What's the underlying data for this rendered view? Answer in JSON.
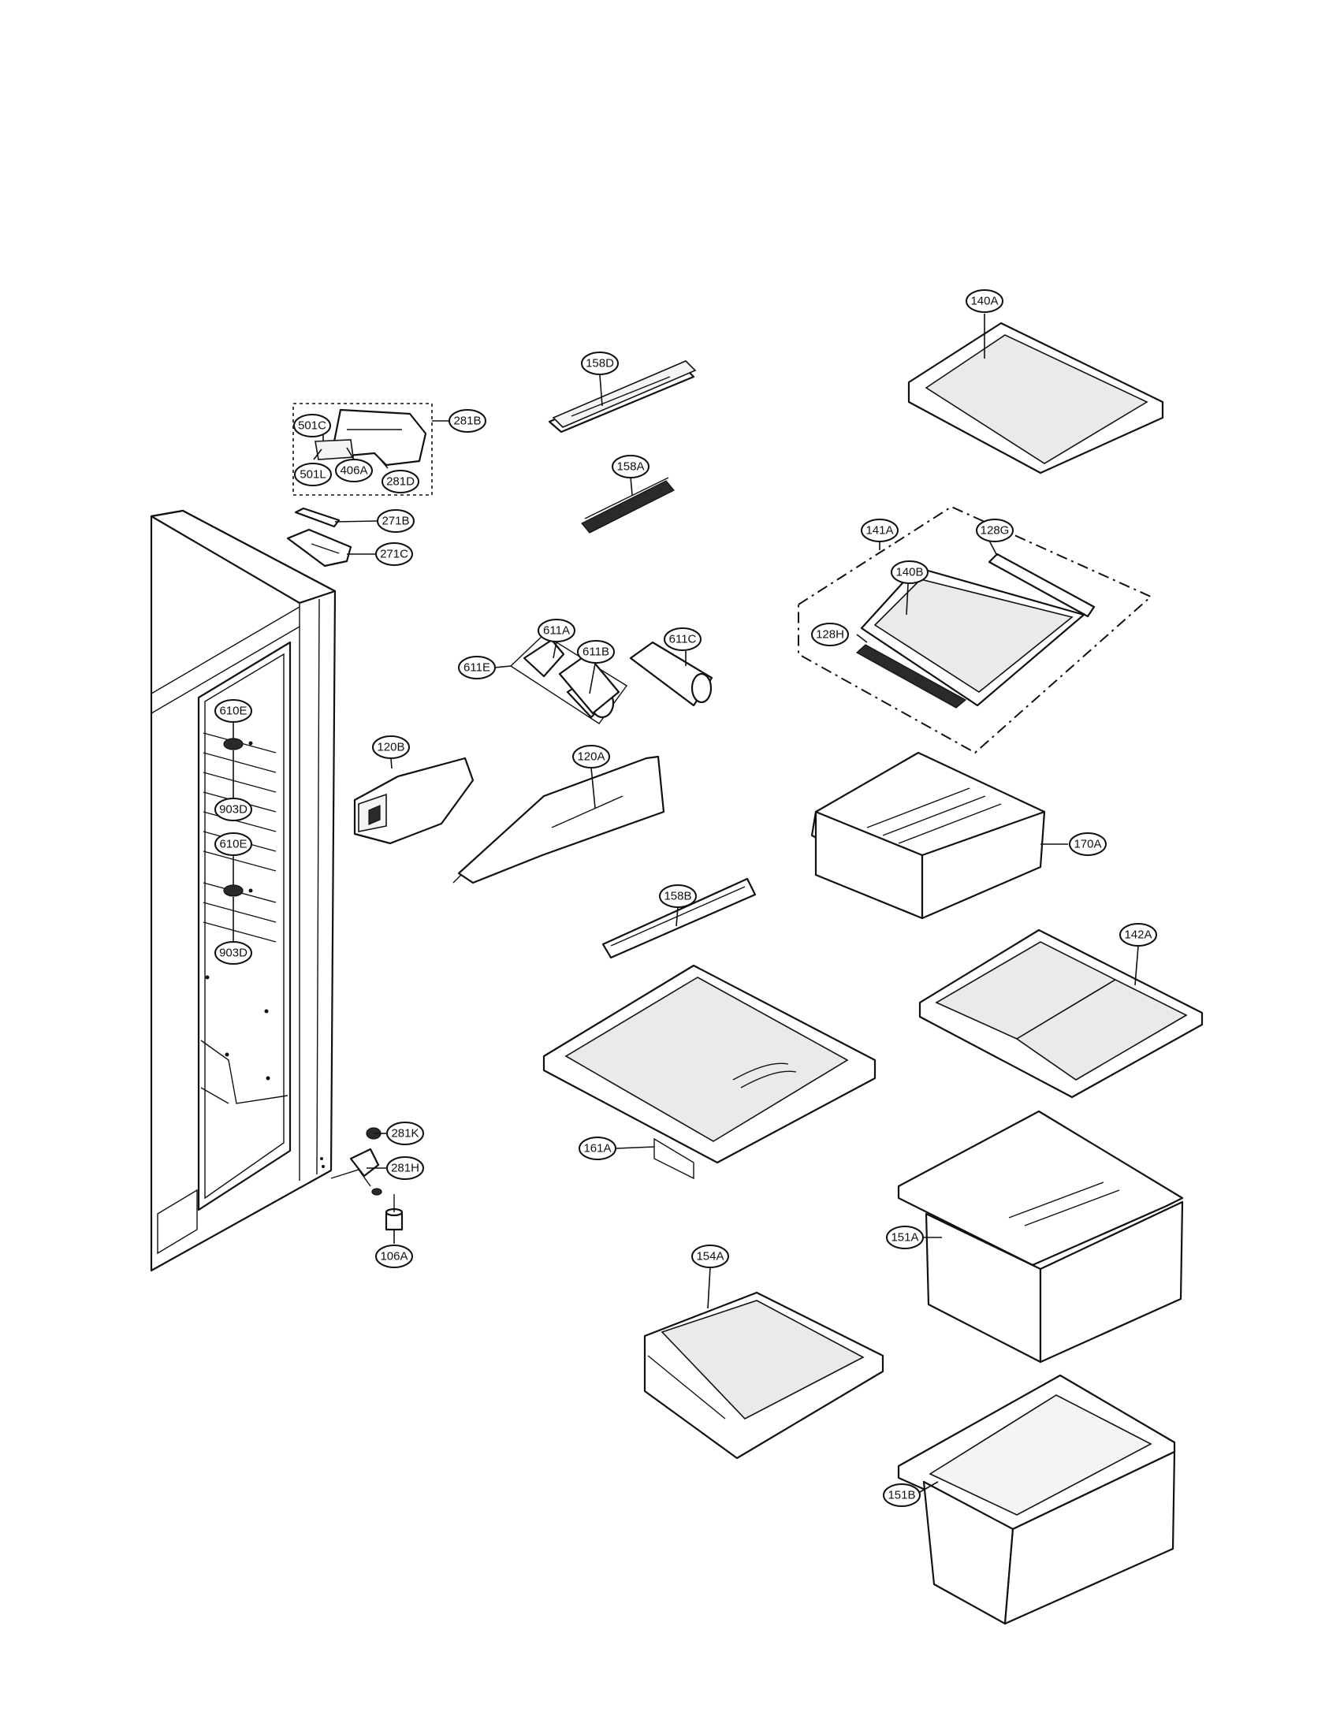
{
  "callouts": [
    {
      "id": "c-140A",
      "label": "140A"
    },
    {
      "id": "c-158D",
      "label": "158D"
    },
    {
      "id": "c-501C",
      "label": "501C"
    },
    {
      "id": "c-281B",
      "label": "281B"
    },
    {
      "id": "c-501L",
      "label": "501L"
    },
    {
      "id": "c-406A",
      "label": "406A"
    },
    {
      "id": "c-281D",
      "label": "281D"
    },
    {
      "id": "c-158A",
      "label": "158A"
    },
    {
      "id": "c-271B",
      "label": "271B"
    },
    {
      "id": "c-271C",
      "label": "271C"
    },
    {
      "id": "c-141A",
      "label": "141A"
    },
    {
      "id": "c-128G",
      "label": "128G"
    },
    {
      "id": "c-140B",
      "label": "140B"
    },
    {
      "id": "c-128H",
      "label": "128H"
    },
    {
      "id": "c-611A",
      "label": "611A"
    },
    {
      "id": "c-611C",
      "label": "611C"
    },
    {
      "id": "c-611E",
      "label": "611E"
    },
    {
      "id": "c-611B",
      "label": "611B"
    },
    {
      "id": "c-610E-top",
      "label": "610E"
    },
    {
      "id": "c-120B",
      "label": "120B"
    },
    {
      "id": "c-120A",
      "label": "120A"
    },
    {
      "id": "c-903D-top",
      "label": "903D"
    },
    {
      "id": "c-170A",
      "label": "170A"
    },
    {
      "id": "c-610E-bottom",
      "label": "610E"
    },
    {
      "id": "c-158B",
      "label": "158B"
    },
    {
      "id": "c-142A",
      "label": "142A"
    },
    {
      "id": "c-903D-bottom",
      "label": "903D"
    },
    {
      "id": "c-281K",
      "label": "281K"
    },
    {
      "id": "c-161A",
      "label": "161A"
    },
    {
      "id": "c-281H",
      "label": "281H"
    },
    {
      "id": "c-151A",
      "label": "151A"
    },
    {
      "id": "c-106A",
      "label": "106A"
    },
    {
      "id": "c-154A",
      "label": "154A"
    },
    {
      "id": "c-151B",
      "label": "151B"
    }
  ]
}
